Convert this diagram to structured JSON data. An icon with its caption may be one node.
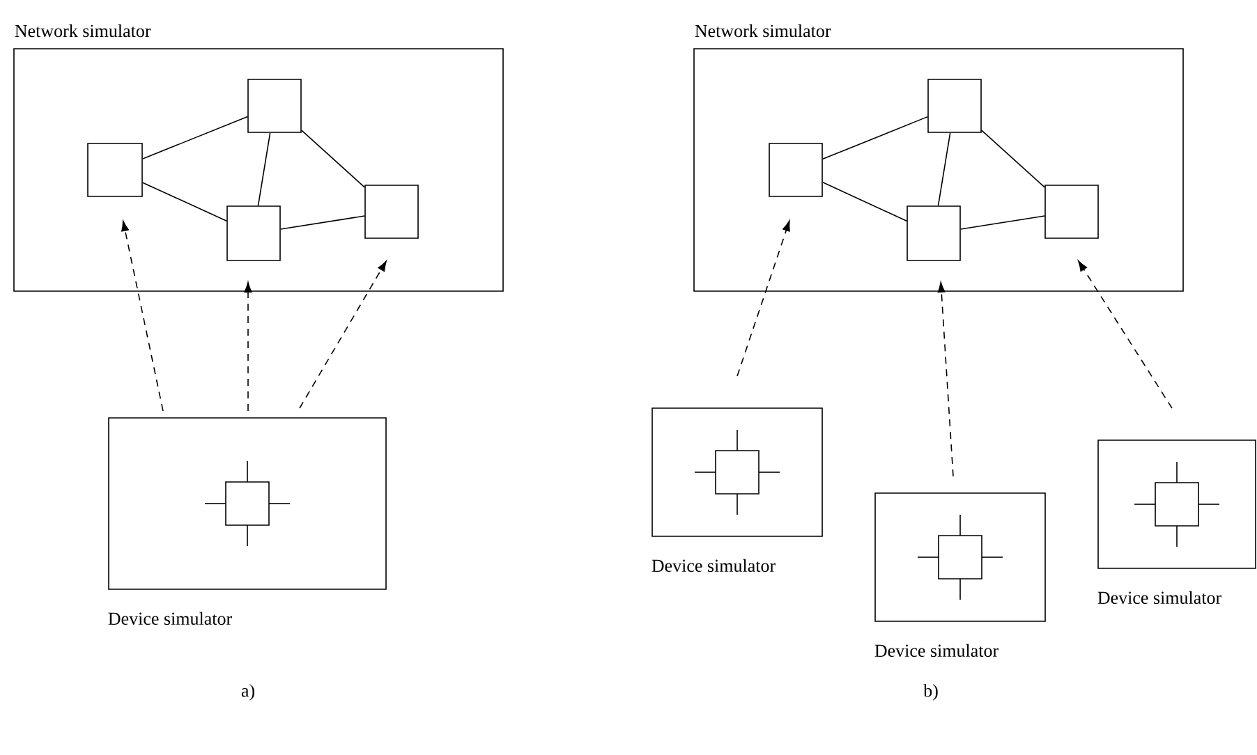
{
  "diagram": {
    "nodes": [
      {
        "text": [
          "Network simulator"
        ]
      },
      {
        "text": [],
        "shape": "box",
        "in": 0
      },
      {
        "text": [],
        "shape": "box",
        "in": 0
      },
      {
        "text": [],
        "shape": "box",
        "in": 0
      },
      {
        "text": [],
        "shape": "box",
        "in": 0
      },
      {
        "text": [
          "Device simulator"
        ]
      },
      {
        "text": [
          "Network simulator"
        ]
      },
      {
        "text": [],
        "shape": "box",
        "in": 6
      },
      {
        "text": [],
        "shape": "box",
        "in": 6
      },
      {
        "text": [],
        "shape": "box",
        "in": 6
      },
      {
        "text": [],
        "shape": "box",
        "in": 6
      },
      {
        "text": [
          "Device simulator"
        ]
      },
      {
        "text": [
          "Device simulator"
        ]
      },
      {
        "text": [
          "Device simulator"
        ]
      }
    ],
    "edges": [
      {
        "from": 1,
        "to": 2,
        "arrow": "none"
      },
      {
        "from": 1,
        "to": 3,
        "arrow": "none"
      },
      {
        "from": 2,
        "to": 3,
        "arrow": "none"
      },
      {
        "from": 2,
        "to": 4,
        "arrow": "none"
      },
      {
        "from": 3,
        "to": 4,
        "arrow": "none"
      },
      {
        "from": 5,
        "to": 1,
        "arrow": "to",
        "style": "dashed"
      },
      {
        "from": 5,
        "to": 3,
        "arrow": "to",
        "style": "dashed"
      },
      {
        "from": 5,
        "to": 4,
        "arrow": "to",
        "style": "dashed"
      },
      {
        "from": 7,
        "to": 8,
        "arrow": "none"
      },
      {
        "from": 7,
        "to": 9,
        "arrow": "none"
      },
      {
        "from": 8,
        "to": 9,
        "arrow": "none"
      },
      {
        "from": 8,
        "to": 10,
        "arrow": "none"
      },
      {
        "from": 9,
        "to": 10,
        "arrow": "none"
      },
      {
        "from": 11,
        "to": 7,
        "arrow": "to",
        "style": "dashed"
      },
      {
        "from": 12,
        "to": 9,
        "arrow": "to",
        "style": "dashed"
      },
      {
        "from": 13,
        "to": 10,
        "arrow": "to",
        "style": "dashed"
      }
    ],
    "labels": [
      "a)",
      "b)"
    ]
  }
}
